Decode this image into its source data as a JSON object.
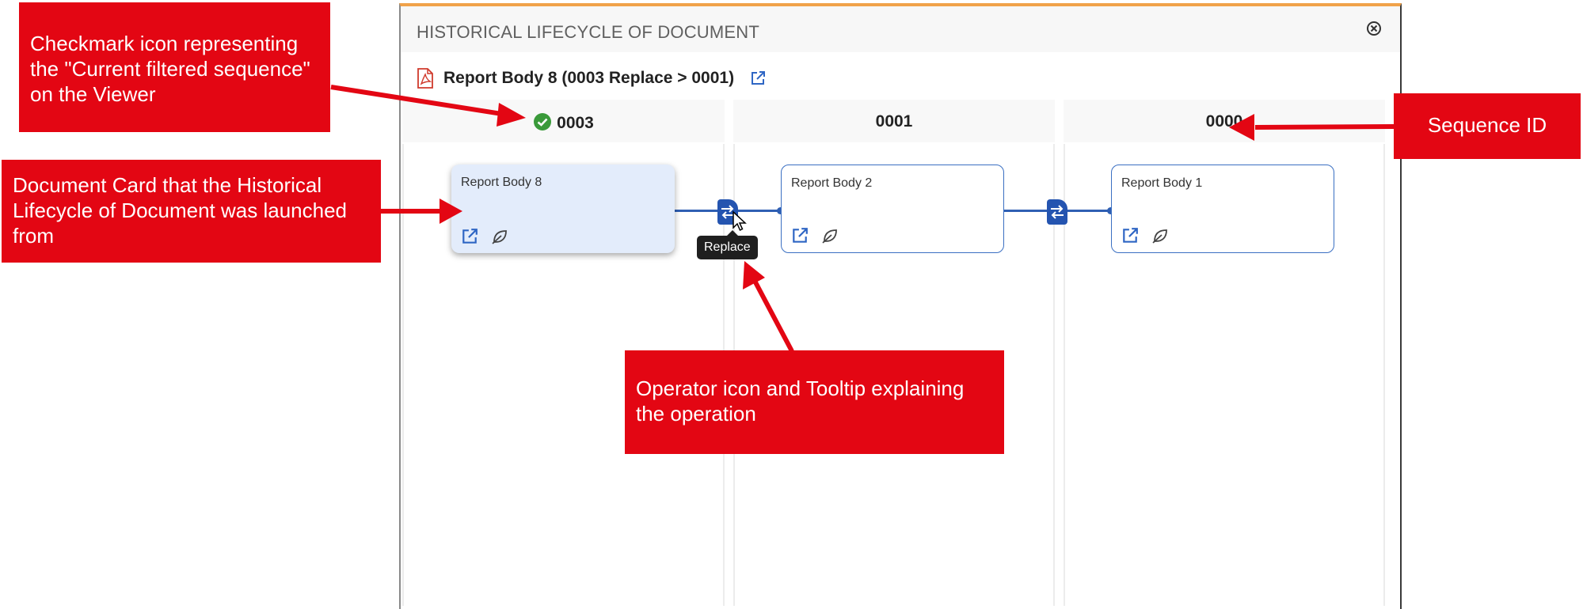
{
  "dialog": {
    "title": "HISTORICAL LIFECYCLE OF DOCUMENT",
    "document_title": "Report Body 8 (0003 Replace > 0001)"
  },
  "columns": [
    {
      "sequence": "0003",
      "current": true
    },
    {
      "sequence": "0001",
      "current": false
    },
    {
      "sequence": "0000",
      "current": false
    }
  ],
  "cards": [
    {
      "title": "Report Body 8",
      "active": true
    },
    {
      "title": "Report Body 2",
      "active": false
    },
    {
      "title": "Report Body 1",
      "active": false
    }
  ],
  "operators": [
    {
      "name": "replace-operator-1",
      "icon": "replace-icon"
    },
    {
      "name": "replace-operator-2",
      "icon": "replace-icon"
    }
  ],
  "tooltip": {
    "text": "Replace"
  },
  "annotations": {
    "checkmark": "Checkmark icon representing the \"Current filtered sequence\" on the Viewer",
    "card": "Document Card that the Historical Lifecycle of Document was launched from",
    "sequence": "Sequence ID",
    "operator": "Operator icon and Tooltip explaining the operation"
  },
  "colors": {
    "accent_orange": "#f0a24a",
    "link_blue": "#2f5fb3",
    "active_card": "#e3ecfb",
    "check_green": "#3a9a3a",
    "annotation_red": "#e30613"
  }
}
